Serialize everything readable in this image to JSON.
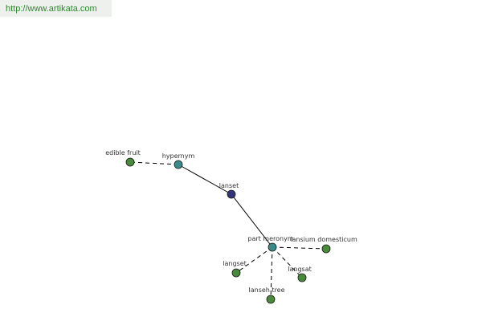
{
  "source": {
    "url": "http://www.artikata.com"
  },
  "graph": {
    "edge_color": "#000000",
    "node_stroke": "#1a1a1a",
    "nodes": [
      {
        "id": "lanset",
        "label": "lanset",
        "kind": "focus",
        "fill": "#33337a"
      },
      {
        "id": "hypernym",
        "label": "hypernym",
        "kind": "relation",
        "fill": "#3a8a8a"
      },
      {
        "id": "part-meronym",
        "label": "part meronym",
        "kind": "relation",
        "fill": "#3a8a8a"
      },
      {
        "id": "edible-fruit",
        "label": "edible fruit",
        "kind": "term",
        "fill": "#4a8a3c"
      },
      {
        "id": "lansium-domesticum",
        "label": "lansium domesticum",
        "kind": "term",
        "fill": "#4a8a3c"
      },
      {
        "id": "langset",
        "label": "langset",
        "kind": "term",
        "fill": "#4a8a3c"
      },
      {
        "id": "langsat",
        "label": "langsat",
        "kind": "term",
        "fill": "#4a8a3c"
      },
      {
        "id": "lanseh-tree",
        "label": "lanseh tree",
        "kind": "term",
        "fill": "#4a8a3c"
      }
    ],
    "edges": [
      {
        "from": "lanset",
        "to": "hypernym",
        "style": "solid"
      },
      {
        "from": "lanset",
        "to": "part-meronym",
        "style": "solid"
      },
      {
        "from": "hypernym",
        "to": "edible-fruit",
        "style": "dashed"
      },
      {
        "from": "part-meronym",
        "to": "lansium-domesticum",
        "style": "dashed"
      },
      {
        "from": "part-meronym",
        "to": "langset",
        "style": "dashed"
      },
      {
        "from": "part-meronym",
        "to": "langsat",
        "style": "dashed"
      },
      {
        "from": "part-meronym",
        "to": "lanseh-tree",
        "style": "dashed"
      }
    ]
  }
}
